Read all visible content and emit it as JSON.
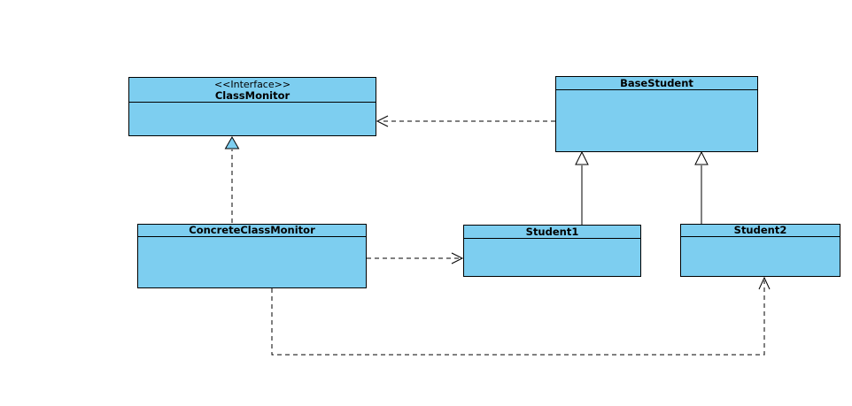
{
  "diagram": {
    "type": "uml-class-diagram",
    "background_color": "#ffffff",
    "box_fill_color": "#7dcef0",
    "line_color": "#000000",
    "classes": [
      {
        "id": "class-monitor",
        "stereotype": "<<Interface>>",
        "name": "ClassMonitor"
      },
      {
        "id": "base-student",
        "name": "BaseStudent"
      },
      {
        "id": "concrete-class-monitor",
        "name": "ConcreteClassMonitor"
      },
      {
        "id": "student1",
        "name": "Student1"
      },
      {
        "id": "student2",
        "name": "Student2"
      }
    ],
    "relationships": [
      {
        "type": "dependency",
        "from": "BaseStudent",
        "to": "ClassMonitor",
        "line": "dashed",
        "head": "open-arrow"
      },
      {
        "type": "realization",
        "from": "ConcreteClassMonitor",
        "to": "ClassMonitor",
        "line": "dashed",
        "head": "triangle"
      },
      {
        "type": "generalization",
        "from": "Student1",
        "to": "BaseStudent",
        "line": "solid",
        "head": "hollow-triangle"
      },
      {
        "type": "generalization",
        "from": "Student2",
        "to": "BaseStudent",
        "line": "solid",
        "head": "hollow-triangle"
      },
      {
        "type": "dependency",
        "from": "ConcreteClassMonitor",
        "to": "Student1",
        "line": "dashed",
        "head": "open-arrow"
      },
      {
        "type": "dependency",
        "from": "ConcreteClassMonitor",
        "to": "Student2",
        "line": "dashed",
        "head": "open-arrow"
      }
    ]
  }
}
